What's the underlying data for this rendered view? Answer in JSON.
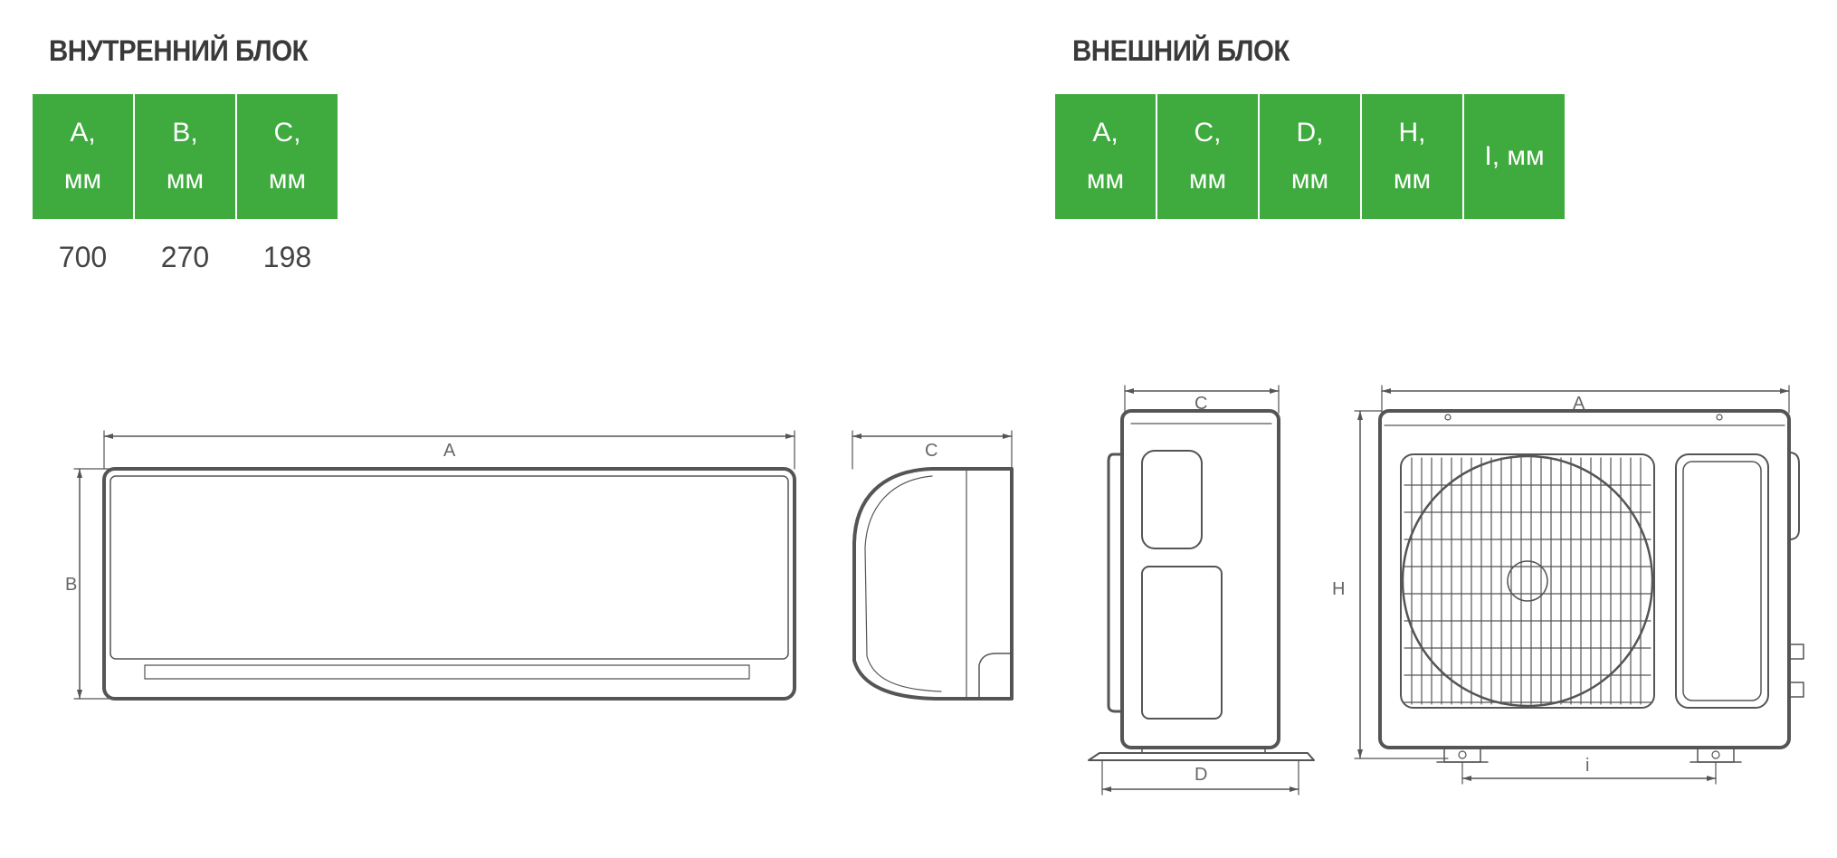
{
  "indoor": {
    "title": "ВНУТРЕННИЙ БЛОК",
    "columns": [
      {
        "label": "A,",
        "unit": "мм",
        "value": "700"
      },
      {
        "label": "B,",
        "unit": "мм",
        "value": "270"
      },
      {
        "label": "C,",
        "unit": "мм",
        "value": "198"
      }
    ]
  },
  "outdoor": {
    "title": "ВНЕШНИЙ БЛОК",
    "columns": [
      {
        "label": "A,",
        "unit": "мм",
        "value": ""
      },
      {
        "label": "C,",
        "unit": "мм",
        "value": ""
      },
      {
        "label": "D,",
        "unit": "мм",
        "value": ""
      },
      {
        "label": "H,",
        "unit": "мм",
        "value": ""
      },
      {
        "label": "I, мм",
        "unit": "",
        "value": ""
      }
    ]
  },
  "drawing_labels": {
    "indoor_front_a": "A",
    "indoor_front_b": "B",
    "indoor_side_c": "C",
    "outdoor_side_c": "C",
    "outdoor_side_d": "D",
    "outdoor_front_a": "A",
    "outdoor_front_h": "H",
    "outdoor_front_i": "i"
  },
  "colors": {
    "header_green": "#3fab3f",
    "line_gray": "#555555"
  }
}
